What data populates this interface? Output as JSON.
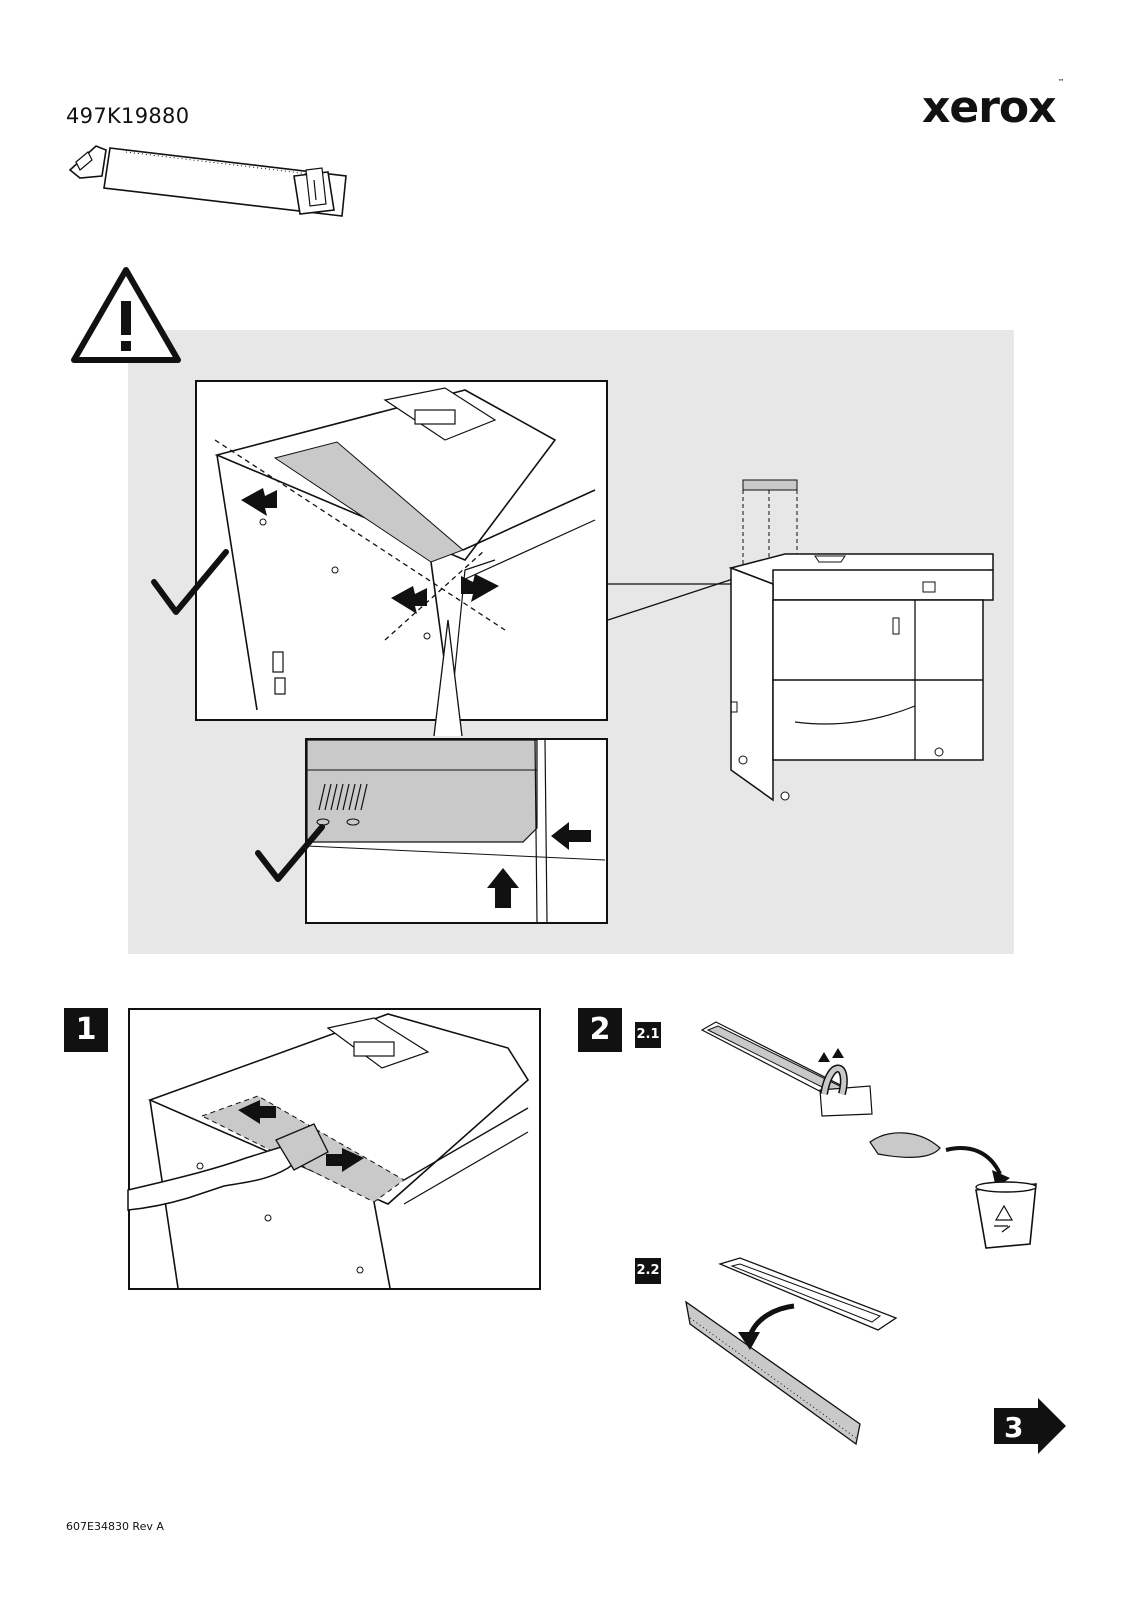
{
  "header": {
    "part_number": "497K19880",
    "brand": "xerox",
    "trademark": "™"
  },
  "steps": {
    "step1": "1",
    "step2": "2",
    "sub_2_1": "2.1",
    "sub_2_2": "2.2",
    "next": "3"
  },
  "footer": {
    "doc_number": "607E34830 Rev A"
  },
  "icons": {
    "warning": "warning-triangle-icon",
    "check": "checkmark-icon",
    "next": "next-page-arrow-icon",
    "recycle": "recycle-bin-icon"
  },
  "colors": {
    "panel": "#e6e7e6",
    "shade": "#c8c9c8",
    "ink": "#111111"
  }
}
